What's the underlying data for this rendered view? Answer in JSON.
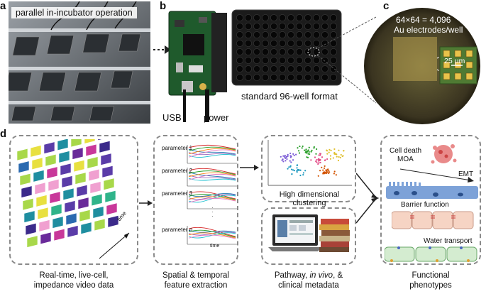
{
  "panels": {
    "a": {
      "letter": "a",
      "overlay": "parallel in-incubator operation"
    },
    "b": {
      "letter": "b",
      "usb": "USB",
      "power": "power",
      "plate": "standard 96-well format"
    },
    "c": {
      "letter": "c",
      "line1": "64×64 = 4,096",
      "line2": "Au electrodes/well",
      "scale": "25 µm"
    },
    "d": {
      "letter": "d",
      "time_label": "time",
      "params": [
        "parameter 1",
        "parameter 2",
        "parameter 3",
        "parameter n"
      ],
      "param_time": "time",
      "clustering_label": "High dimensional clustering",
      "cell_death": "Cell death",
      "moa": "MOA",
      "emt": "EMT",
      "barrier": "Barrier function",
      "water": "Water transport",
      "captions": {
        "c1_l1": "Real-time, live-cell,",
        "c1_l2": "impedance video data",
        "c2_l1": "Spatial & temporal",
        "c2_l2": "feature extraction",
        "c3_l1a": "Pathway, ",
        "c3_l1b": "in vivo",
        "c3_l1c": ", &",
        "c3_l2": "clinical metadata",
        "c4_l1": "Functional",
        "c4_l2": "phenotypes"
      }
    }
  },
  "colors": {
    "dash": "#8a8a8a",
    "gold": "#d8b24a",
    "pcb_green": "#1f5a2c",
    "epithelium": "#7da2d8"
  }
}
